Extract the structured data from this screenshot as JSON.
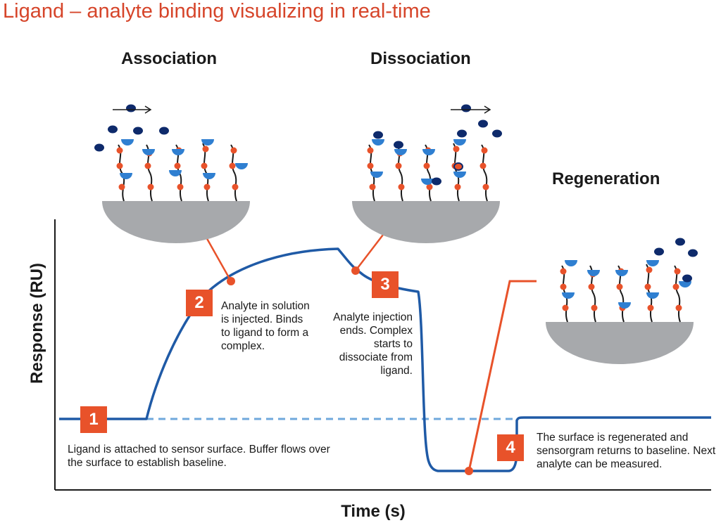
{
  "title": "Ligand – analyte binding visualizing in real-time",
  "phases": {
    "association": "Association",
    "dissociation": "Dissociation",
    "regeneration": "Regeneration"
  },
  "axes": {
    "y_label": "Response (RU)",
    "x_label": "Time (s)"
  },
  "steps": [
    {
      "number": "1",
      "text": "Ligand is attached to sensor surface. Buffer flows over the surface to establish baseline."
    },
    {
      "number": "2",
      "text": "Analyte in solution is injected. Binds to ligand to form a complex."
    },
    {
      "number": "3",
      "text": "Analyte injection ends. Complex starts to dissociate from ligand."
    },
    {
      "number": "4",
      "text": "The surface is regenerated and sensorgram returns to baseline. Next analyte can be measured."
    }
  ],
  "colors": {
    "accent": "#e8522a",
    "curve": "#1f5aa6",
    "baseline_dashed": "#6fa8dc",
    "analyte": "#0e2a6b",
    "ligand_cup": "#2f7fd1",
    "sensor": "#a7a9ac",
    "title": "#d6452a"
  }
}
